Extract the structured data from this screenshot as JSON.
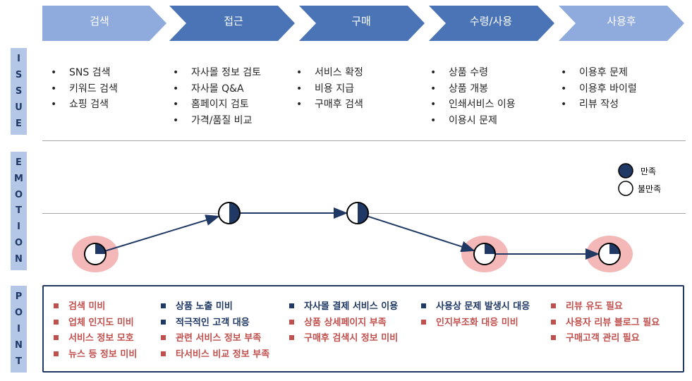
{
  "stages": [
    "검색",
    "접근",
    "구매",
    "수령/사용",
    "사용후"
  ],
  "row_labels": {
    "issue": [
      "I",
      "S",
      "S",
      "U",
      "E"
    ],
    "emotion": [
      "E",
      "M",
      "O",
      "T",
      "I",
      "O",
      "N"
    ],
    "point": [
      "P",
      "O",
      "I",
      "N",
      "T"
    ]
  },
  "issues": [
    [
      "SNS 검색",
      "키워드 검색",
      "쇼핑 검색"
    ],
    [
      "자사몰 정보 검토",
      "자사몰 Q&A",
      "홈페이지 검토",
      "가격/품질 비교"
    ],
    [
      "서비스 확정",
      "비용 지급",
      "구매후 검색"
    ],
    [
      "상품 수령",
      "상품 개봉",
      "인쇄서비스 이용",
      "이용시 문제"
    ],
    [
      "이용후 문제",
      "이용후 바이럴",
      "리뷰 작성"
    ]
  ],
  "legend": {
    "satisfied": "만족",
    "unsatisfied": "불만족"
  },
  "colors": {
    "stage": "#8faadc",
    "stage_active": "#4a74b6",
    "dark_navy": "#1f3864",
    "accent_red": "#c0504d",
    "halo": "#f4b8b8",
    "label_bg": "#b4c7e7"
  },
  "emotion_points": [
    {
      "stage": "검색",
      "satisfaction": 0.25,
      "level": "low",
      "highlight": true
    },
    {
      "stage": "접근",
      "satisfaction": 0.5,
      "level": "high",
      "highlight": false
    },
    {
      "stage": "구매",
      "satisfaction": 0.5,
      "level": "high",
      "highlight": false
    },
    {
      "stage": "수령/사용",
      "satisfaction": 0.25,
      "level": "low",
      "highlight": true
    },
    {
      "stage": "사용후",
      "satisfaction": 0.25,
      "level": "low",
      "highlight": true
    }
  ],
  "points": [
    [
      {
        "text": "검색 미비",
        "color": "red"
      },
      {
        "text": "업체 인지도 미비",
        "color": "red"
      },
      {
        "text": "서비스 정보 모호",
        "color": "red"
      },
      {
        "text": "뉴스 등 정보 미비",
        "color": "red"
      }
    ],
    [
      {
        "text": "상품 노출 미비",
        "color": "blue"
      },
      {
        "text": "적극적인 고객 대응",
        "color": "blue"
      },
      {
        "text": "관련 서비스 정보 부족",
        "color": "red"
      },
      {
        "text": "타서비스 비교 정보 부족",
        "color": "red"
      }
    ],
    [
      {
        "text": "자사몰 결제 서비스 이용",
        "color": "blue"
      },
      {
        "text": "상품 상세페이지 부족",
        "color": "red"
      },
      {
        "text": "구매후 검색시 정보 미비",
        "color": "red"
      }
    ],
    [
      {
        "text": "사용상 문제 발생시 대응",
        "color": "blue"
      },
      {
        "text": "인지부조화 대응 미비",
        "color": "red"
      }
    ],
    [
      {
        "text": "리뷰 유도 필요",
        "color": "red"
      },
      {
        "text": "사용자 리뷰 블로그 필요",
        "color": "red"
      },
      {
        "text": "구매고객 관리 필요",
        "color": "red"
      }
    ]
  ]
}
